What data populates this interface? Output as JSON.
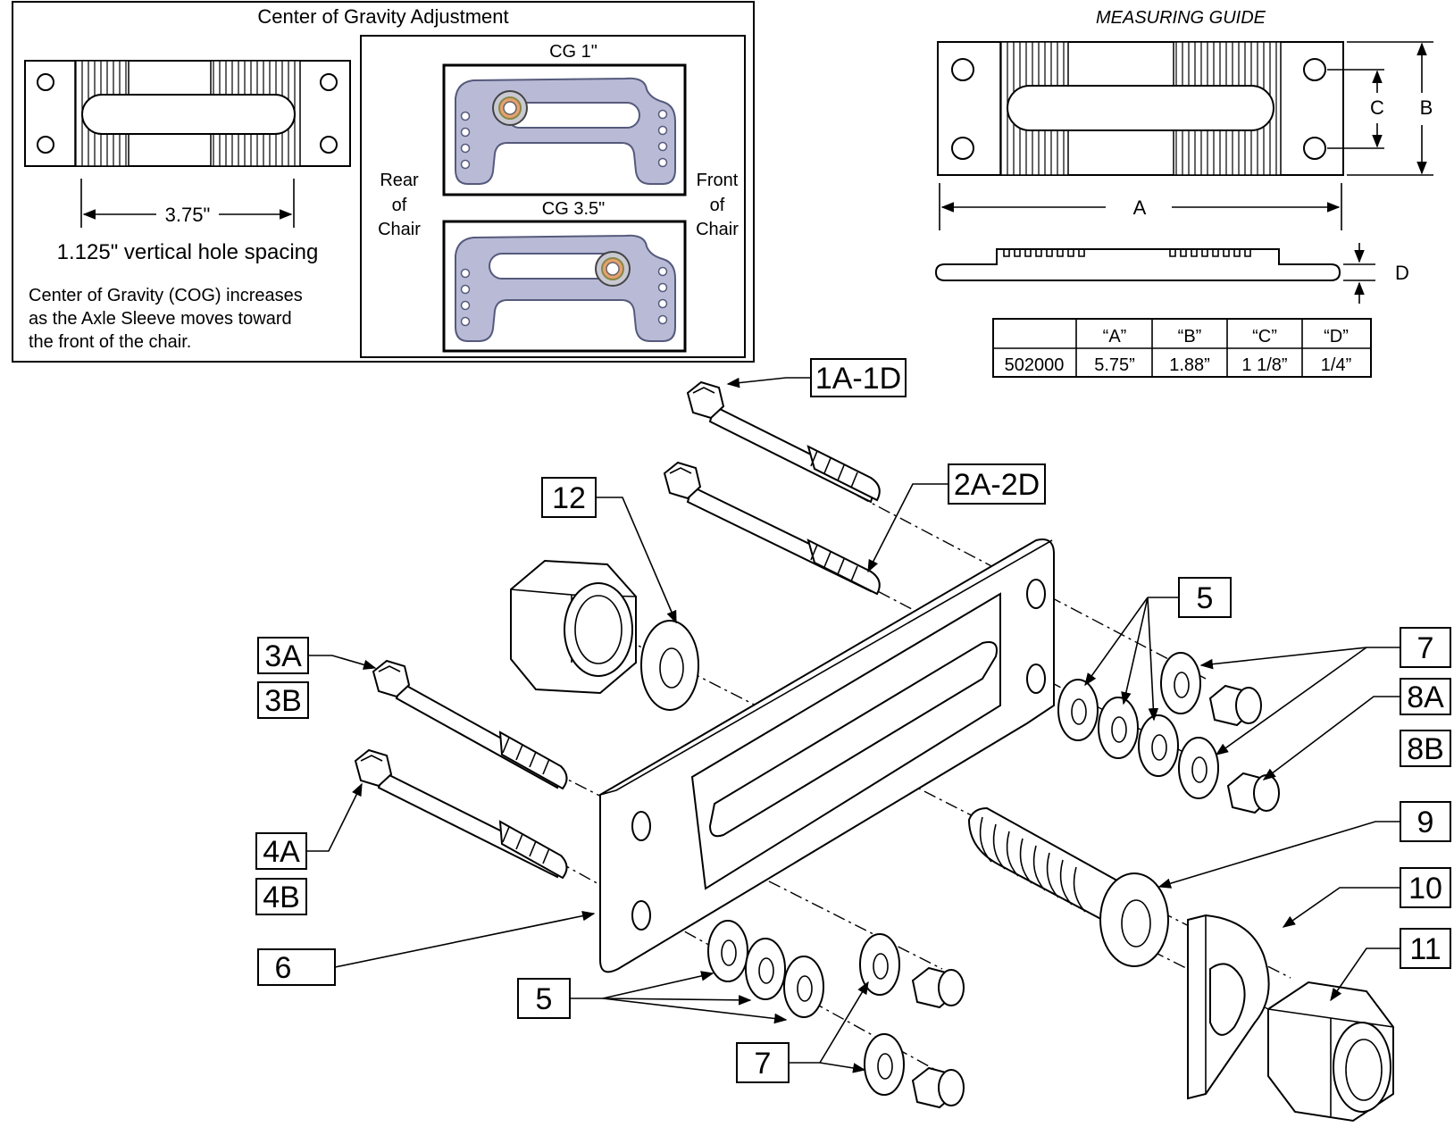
{
  "cog_panel": {
    "title": "Center of Gravity Adjustment",
    "dimension": "3.75\"",
    "hole_spacing": "1.125\" vertical hole spacing",
    "note_line1": "Center of Gravity (COG) increases",
    "note_line2": "as the Axle Sleeve moves toward",
    "note_line3": "the front of the chair.",
    "cg1_label": "CG 1\"",
    "cg2_label": "CG 3.5\"",
    "rear_label": [
      "Rear",
      "of",
      "Chair"
    ],
    "front_label": [
      "Front",
      "of",
      "Chair"
    ]
  },
  "measuring_guide": {
    "title": "MEASURING GUIDE",
    "dim_a": "A",
    "dim_b": "B",
    "dim_c": "C",
    "dim_d": "D",
    "table": {
      "headers": [
        "",
        "“A”",
        "“B”",
        "“C”",
        "“D”"
      ],
      "rows": [
        [
          "502000",
          "5.75”",
          "1.88”",
          "1 1/8”",
          "1/4”"
        ]
      ]
    }
  },
  "callouts": {
    "c1": "1A-1D",
    "c2": "2A-2D",
    "c12": "12",
    "c3a": "3A",
    "c3b": "3B",
    "c4a": "4A",
    "c4b": "4B",
    "c5_top": "5",
    "c5_bottom": "5",
    "c6": "6",
    "c7_top": "7",
    "c7_bottom": "7",
    "c8a": "8A",
    "c8b": "8B",
    "c9": "9",
    "c10": "10",
    "c11": "11"
  }
}
